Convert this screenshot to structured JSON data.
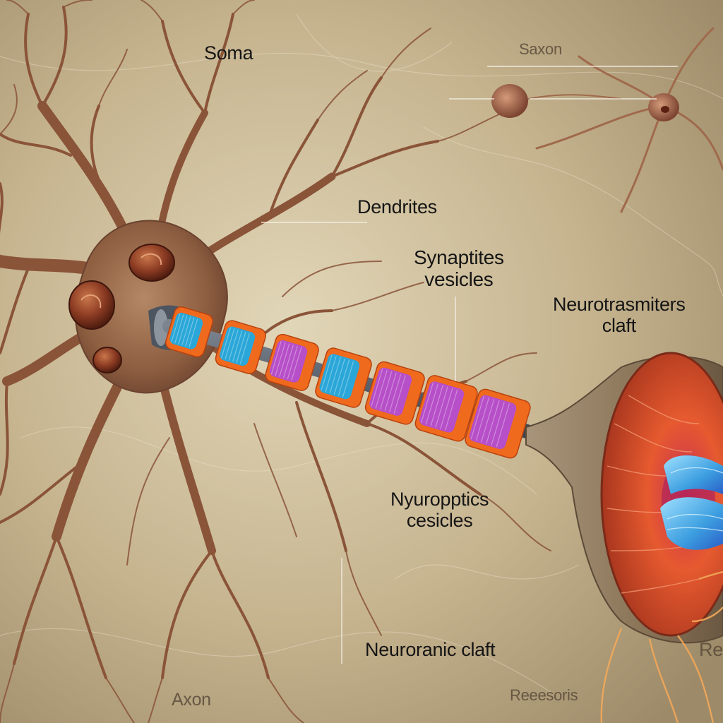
{
  "labels": {
    "soma": "Soma",
    "saxon": "Saxon",
    "dendrites": "Dendrites",
    "synaptites_line1": "Synaptites",
    "synaptites_line2": "vesicles",
    "neurotrasmiters_line1": "Neurotrasmiters",
    "neurotrasmiters_line2": "claft",
    "nyuropptics_line1": "Nyuropptics",
    "nyuropptics_line2": "cesicles",
    "neuroranic_claft": "Neuroranic claft",
    "axon": "Axon",
    "reeesoris": "Reeesoris",
    "re_edge": "Re"
  },
  "colors": {
    "background": "#b9a886",
    "neuron_body": "#9a6a4a",
    "dendrite": "#8a5438",
    "nucleus": "#8a3a22",
    "myelin_orange": "#f06a1e",
    "myelin_blue": "#2aa7d8",
    "myelin_purple": "#b64fc8",
    "terminal_outer": "#8e7a62",
    "terminal_inner": "#e0572e",
    "receptor_blue": "#5ec4ef",
    "label_text": "#151515"
  }
}
